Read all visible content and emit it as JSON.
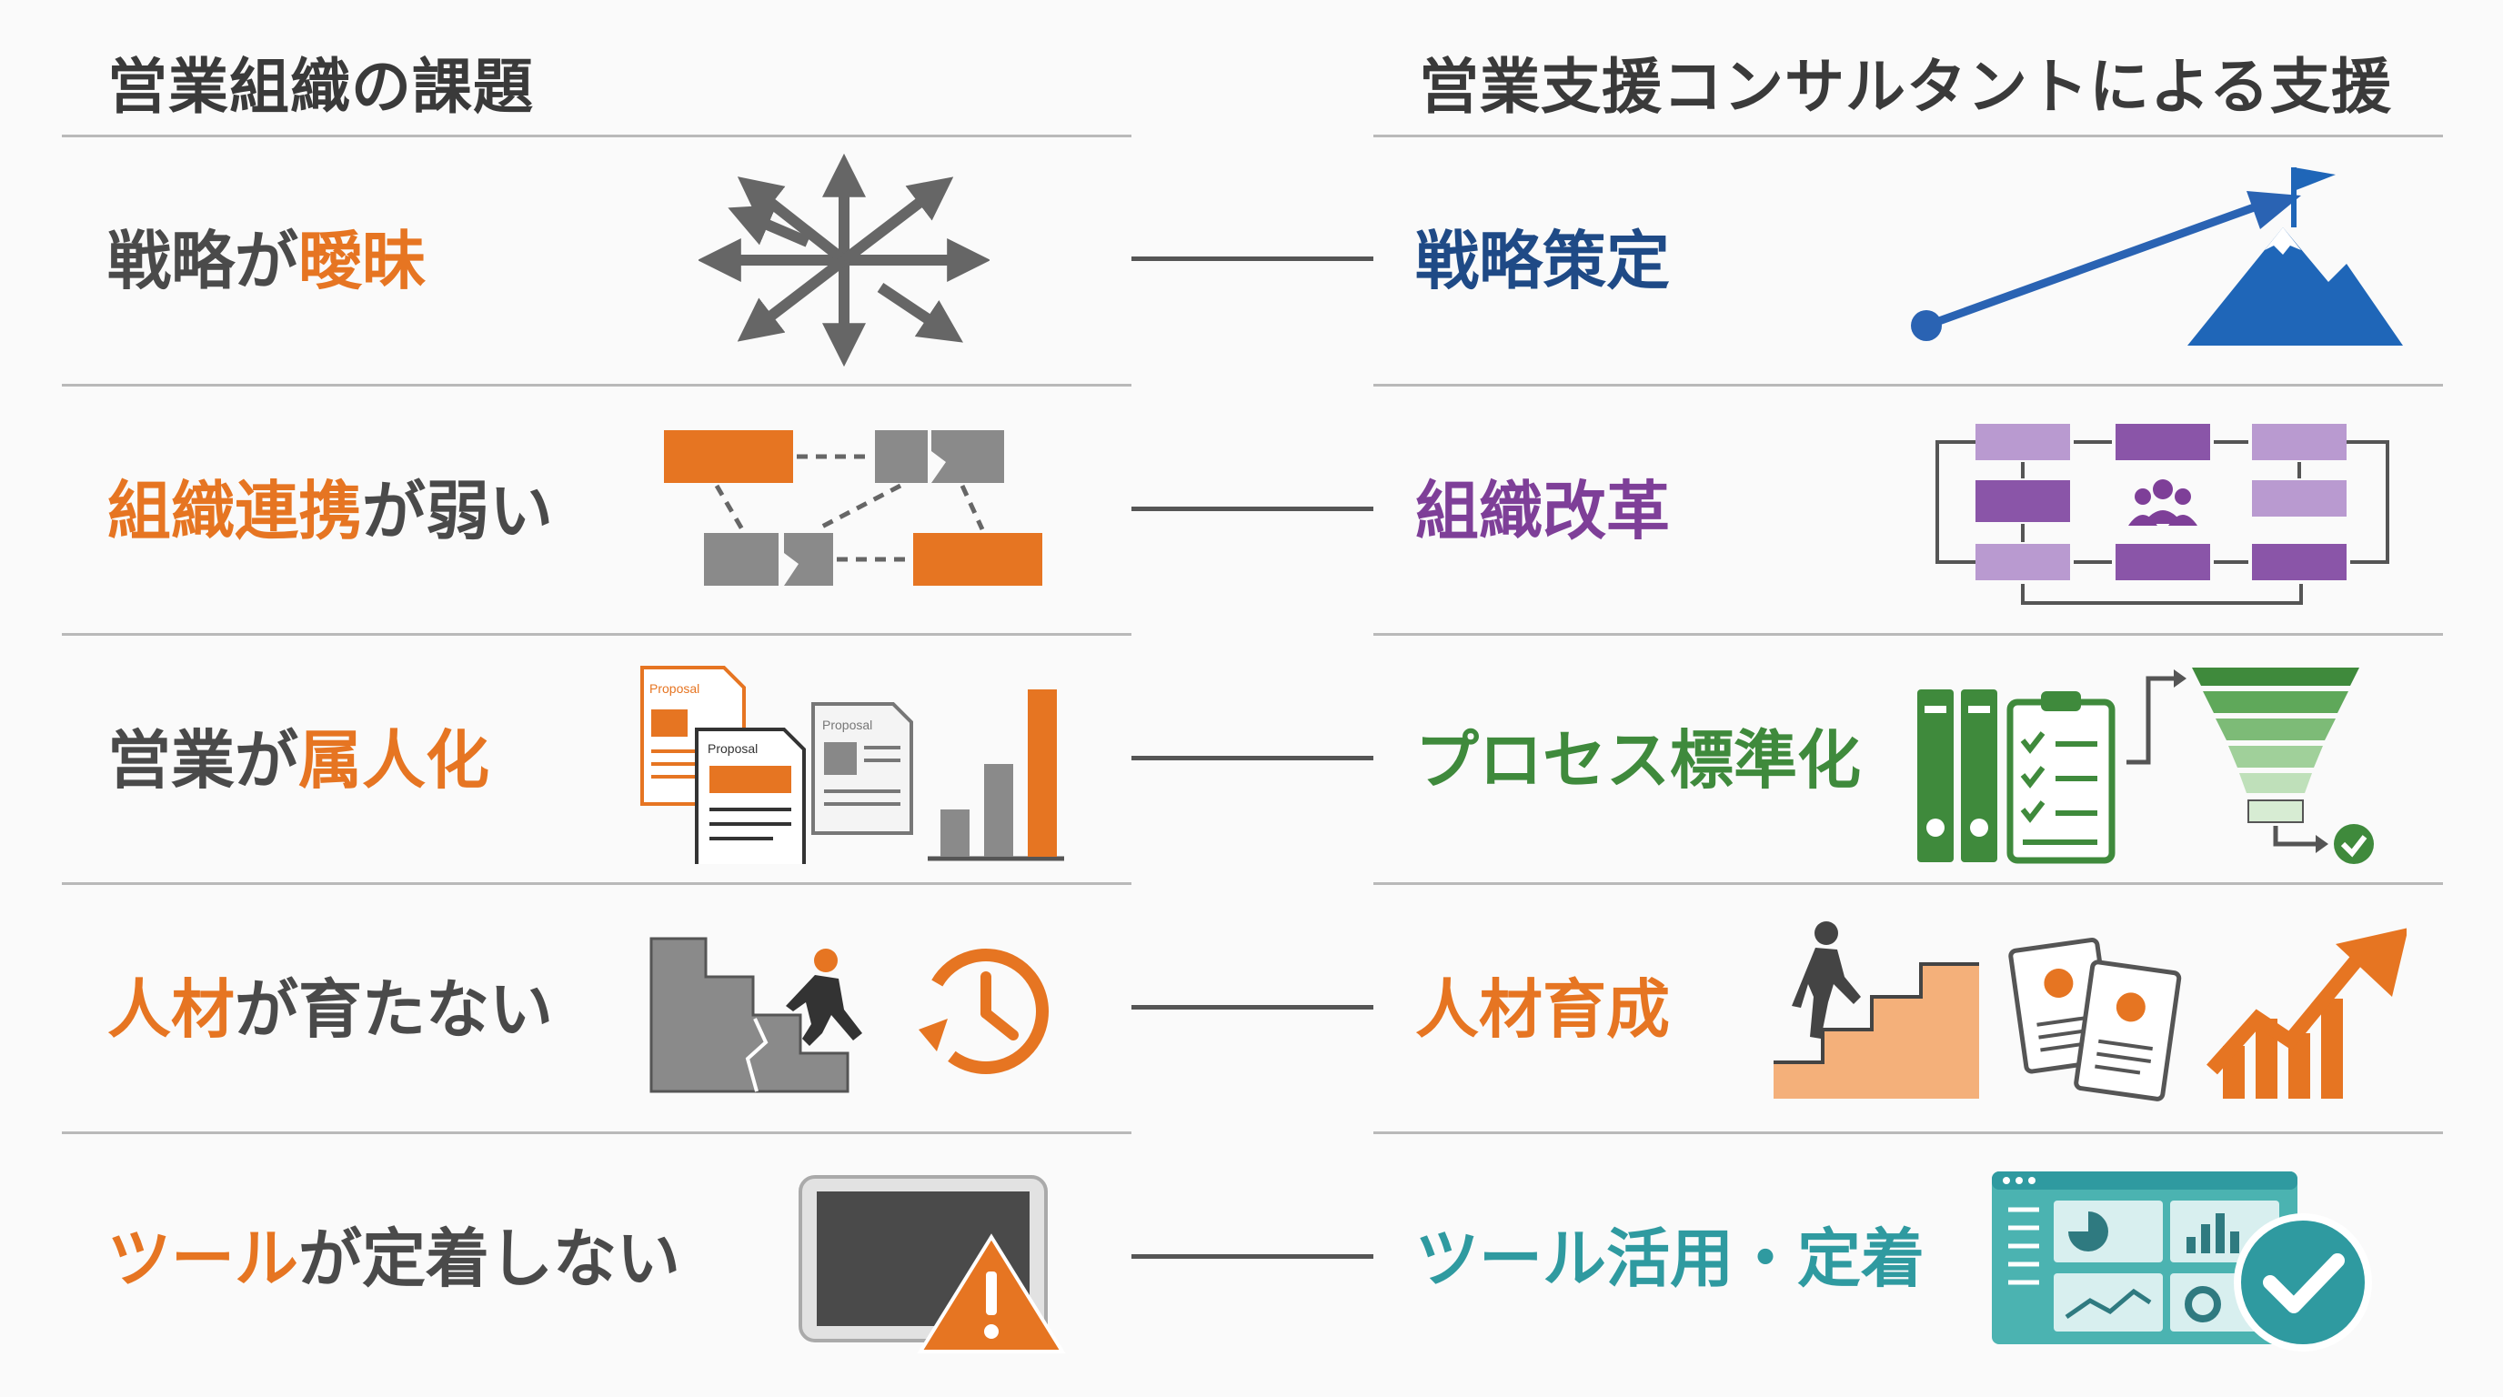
{
  "header": {
    "left_title": "営業組織の課題",
    "right_title": "営業支援コンサルタントによる支援"
  },
  "rows": [
    {
      "problem": {
        "plain_before": "戦略が",
        "highlight": "曖昧",
        "plain_after": "",
        "highlight_color": "#e67522"
      },
      "problem_icon": "scattered-arrows-icon",
      "solution": {
        "label": "戦略策定",
        "color": "#1f4a86"
      },
      "solution_icon": "mountain-flag-goal-icon"
    },
    {
      "problem": {
        "plain_before": "",
        "highlight": "組織連携",
        "plain_after": "が弱い",
        "highlight_color": "#e67522"
      },
      "problem_icon": "broken-links-icon",
      "solution": {
        "label": "組織改革",
        "color": "#7e3f98"
      },
      "solution_icon": "org-flow-team-icon"
    },
    {
      "problem": {
        "plain_before": "営業が",
        "highlight": "属人化",
        "plain_after": "",
        "highlight_color": "#e67522"
      },
      "problem_icon": "proposal-documents-icon",
      "problem_icon_text": "Proposal",
      "solution": {
        "label": "プロセス標準化",
        "color": "#3f8a3c"
      },
      "solution_icon": "binders-checklist-funnel-icon"
    },
    {
      "problem": {
        "plain_before": "",
        "highlight": "人材",
        "plain_after": "が育たない",
        "highlight_color": "#e67522"
      },
      "problem_icon": "broken-stairs-clock-icon",
      "solution": {
        "label": "人材育成",
        "color": "#e67522"
      },
      "solution_icon": "stairs-ideas-growth-icon"
    },
    {
      "problem": {
        "plain_before": "",
        "highlight": "ツール",
        "plain_after": "が定着しない",
        "highlight_color": "#e67522"
      },
      "problem_icon": "tablet-warning-icon",
      "solution": {
        "label": "ツール活用・定着",
        "color": "#2f9aa0"
      },
      "solution_icon": "dashboard-check-icon"
    }
  ],
  "colors": {
    "orange": "#e67522",
    "gray": "#8a8a8a",
    "navy": "#1f4a86",
    "blue": "#2a63b3",
    "purple": "#7e3f98",
    "green": "#3f8a3c",
    "teal": "#2f9aa0"
  }
}
